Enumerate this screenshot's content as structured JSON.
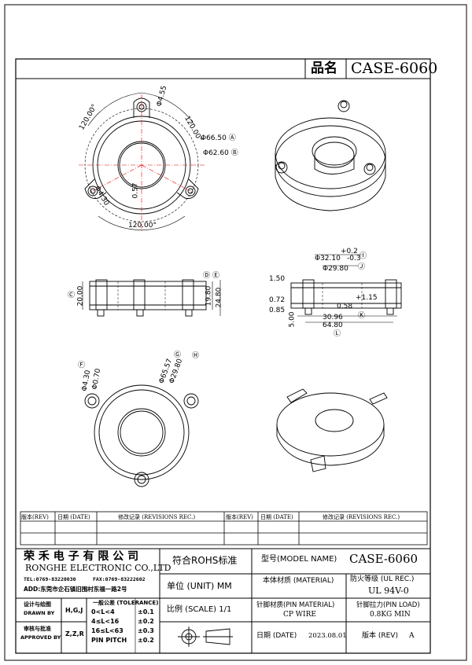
{
  "header": {
    "pin_label": "品名",
    "part_no": "CASE-6060"
  },
  "views": {
    "top_dims": [
      "120.00°",
      "120.00°",
      "120.00°",
      "Φ4.55",
      "Φ66.50 Ⓐ",
      "Φ62.60 Ⓑ",
      "Φ4.30",
      "0.57"
    ],
    "front_dims": [
      "20.00",
      "19.80",
      "24.80"
    ],
    "right_dims": [
      "+0.2",
      "-0.3",
      "Φ32.10",
      "Φ29.80",
      "1.50",
      "0.72",
      "0.85",
      "+1.15",
      "0.58",
      "30.96",
      "64.80",
      "5.00"
    ],
    "bottom_dims": [
      "Φ4.30",
      "Φ0.70",
      "Φ65.57",
      "Φ29.80"
    ],
    "markers": [
      "Ⓒ",
      "Ⓓ",
      "Ⓔ",
      "Ⓕ",
      "Ⓖ",
      "Ⓗ",
      "Ⓘ",
      "Ⓙ",
      "Ⓚ",
      "Ⓛ"
    ]
  },
  "revision": {
    "headers": [
      "版本(REV)",
      "日期 (DATE)",
      "修改记录 (REVISIONS REC.)",
      "版本(REV)",
      "日期 (DATE)",
      "修改记录 (REVISIONS REC.)"
    ]
  },
  "title_block": {
    "company_cn": "荣 禾 电 子 有 限 公 司",
    "company_en": "RONGHE ELECTRONIC CO.,LTD",
    "tel": "TEL:0769-83220030",
    "fax": "FAX:0769-83222602",
    "addr": "ADD:东莞市企石镇旧围村东福一路2号",
    "rohs": "符合ROHS标准",
    "model_label": "型号(MODEL NAME)",
    "model_value": "CASE-6060",
    "unit_label": "单位 (UNIT) MM",
    "material_label": "本体材质 (MATERIAL)",
    "fire_label": "防火等级 (UL REC.)",
    "fire_value": "UL 94V-0",
    "drawn_label": "设计与绘图",
    "drawn_en": "DRAWN BY",
    "drawn_value": "H,G,J",
    "approved_label": "审核与批准",
    "approved_en": "APPROVED BY",
    "approved_value": "Z,Z,R",
    "tol_title": "一般公差 (TOLERANCE)",
    "tol_rows": [
      [
        "0<L<4",
        "±0.1"
      ],
      [
        "4≤L<16",
        "±0.2"
      ],
      [
        "16≤L<63",
        "±0.3"
      ],
      [
        "PIN PITCH",
        "±0.2"
      ]
    ],
    "scale_label": "比例 (SCALE) 1/1",
    "pin_material_label": "针脚材质(PIN MATERIAL)",
    "pin_material_value": "CP WIRE",
    "pin_load_label": "针脚拉力(PIN LOAD)",
    "pin_load_value": "0.8KG MIN",
    "date_label": "日期 (DATE)",
    "date_value": "2023.08.01",
    "rev_label": "版本 (REV)",
    "rev_value": "A"
  }
}
